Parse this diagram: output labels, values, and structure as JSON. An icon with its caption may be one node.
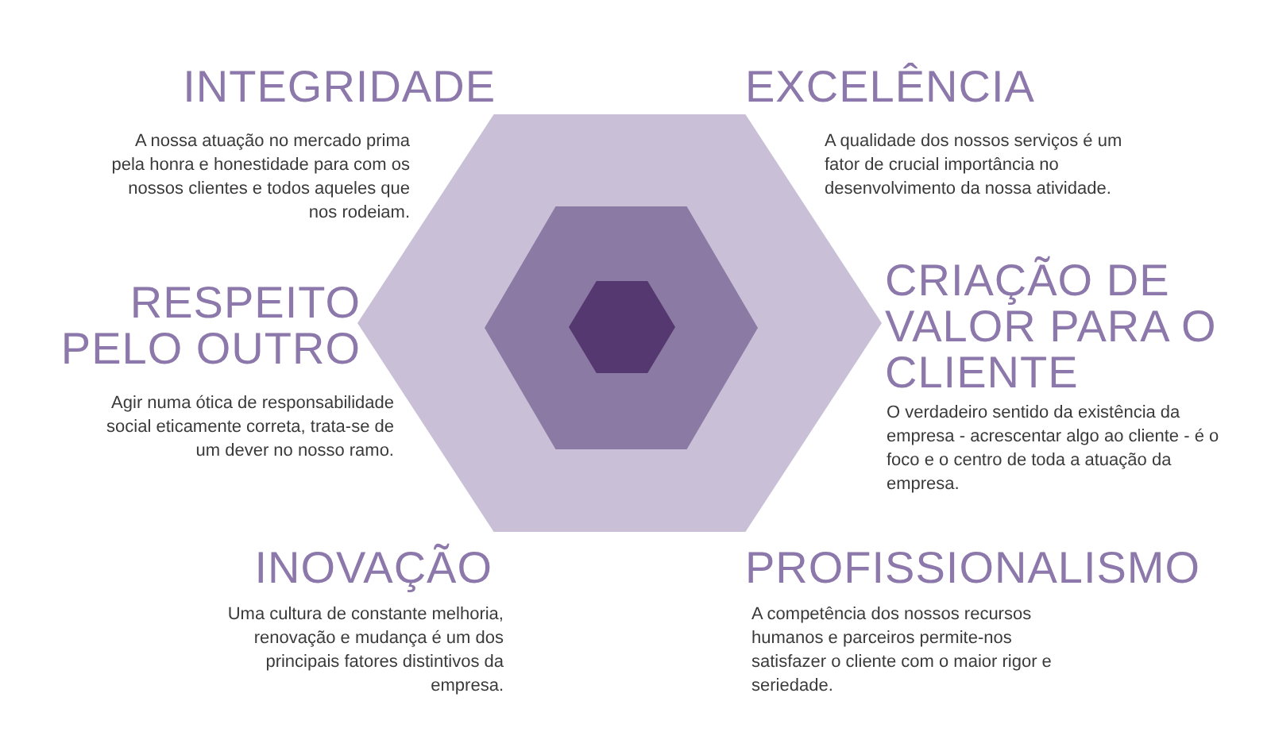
{
  "diagram": {
    "nodes": [
      {
        "text": [],
        "shape": "hexagon"
      },
      {
        "text": [],
        "shape": "hexagon",
        "in": 0
      },
      {
        "text": [],
        "shape": "hexagon",
        "in": 1
      }
    ],
    "labels": [
      "INTEGRIDADE",
      "A nossa atuação no mercado prima pela honra e honestidade para com os nossos clientes e todos aqueles que nos rodeiam.",
      "EXCELÊNCIA",
      "A qualidade dos nossos serviços é um fator de crucial importância no desenvolvimento da nossa atividade.",
      "RESPEITO PELO OUTRO",
      "Agir numa ótica de responsabilidade social eticamente correta, trata-se de um dever no nosso ramo.",
      "CRIAÇÃO DE VALOR PARA O CLIENTE",
      "O verdadeiro sentido da existência da empresa - acrescentar algo ao cliente - é o foco e o centro de toda a atuação da empresa.",
      "INOVAÇÃO",
      "Uma cultura de constante melhoria, renovação e mudança é um dos principais fatores distintivos da empresa.",
      "PROFISSIONALISMO",
      "A competência dos nossos recursos humanos e parceiros permite-nos satisfazer o cliente com o maior rigor e seriedade."
    ]
  }
}
